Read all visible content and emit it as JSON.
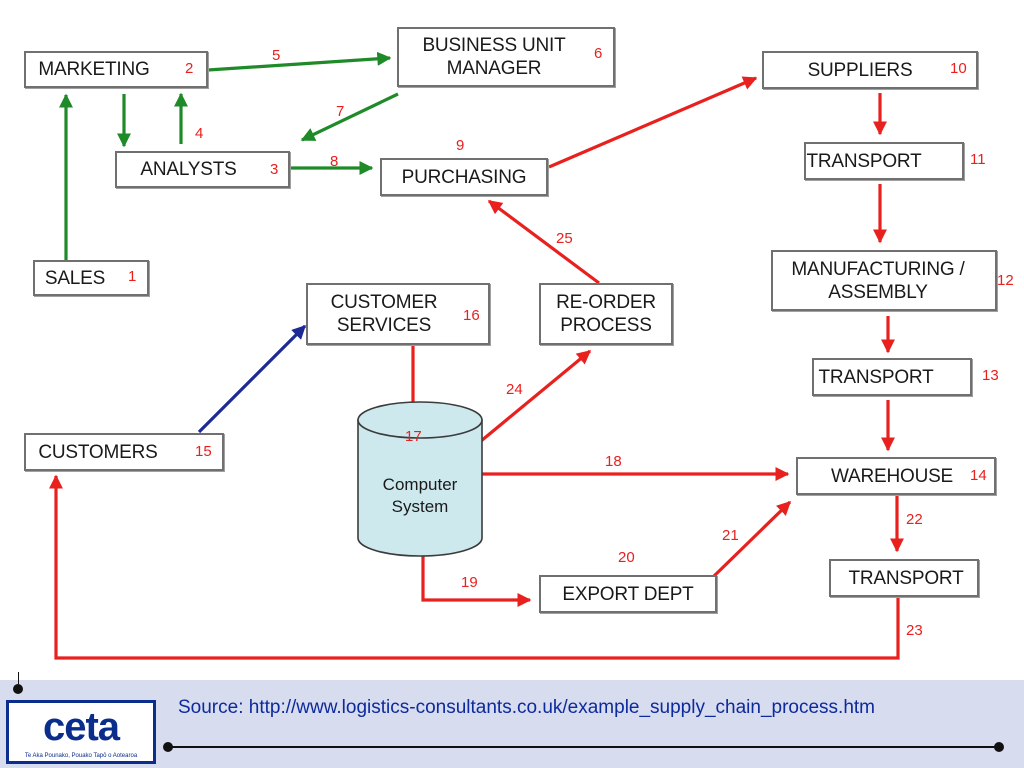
{
  "colors": {
    "green": "#1f8a28",
    "red": "#e8201e",
    "blue": "#1d2a95",
    "box_border": "#707070",
    "cylinder_fill": "#cde9ee",
    "footer_bg": "#d8dcef",
    "brand_blue": "#0b2d8c"
  },
  "nodes": [
    {
      "id": "sales",
      "label": "SALES",
      "num": "1"
    },
    {
      "id": "marketing",
      "label": "MARKETING",
      "num": "2"
    },
    {
      "id": "analysts",
      "label": "ANALYSTS",
      "num": "3"
    },
    {
      "id": "bum",
      "label": "BUSINESS UNIT\nMANAGER",
      "num": "6"
    },
    {
      "id": "purchasing",
      "label": "PURCHASING",
      "num": "9"
    },
    {
      "id": "suppliers",
      "label": "SUPPLIERS",
      "num": "10"
    },
    {
      "id": "transport11",
      "label": "TRANSPORT",
      "num": "11"
    },
    {
      "id": "manufacturing",
      "label": "MANUFACTURING /\nASSEMBLY",
      "num": "12"
    },
    {
      "id": "transport13",
      "label": "TRANSPORT",
      "num": "13"
    },
    {
      "id": "warehouse",
      "label": "WAREHOUSE",
      "num": "14"
    },
    {
      "id": "customers",
      "label": "CUSTOMERS",
      "num": "15"
    },
    {
      "id": "custsvc",
      "label": "CUSTOMER\nSERVICES",
      "num": "16"
    },
    {
      "id": "computer",
      "label": "Computer\nSystem",
      "num": "17"
    },
    {
      "id": "export",
      "label": "EXPORT DEPT",
      "num": "20"
    },
    {
      "id": "transport22",
      "label": "TRANSPORT",
      "num": ""
    },
    {
      "id": "reorder",
      "label": "RE-ORDER\nPROCESS",
      "num": ""
    }
  ],
  "edges": [
    {
      "num": "",
      "from": "sales",
      "to": "marketing",
      "color": "green"
    },
    {
      "num": "",
      "from": "marketing",
      "to": "analysts",
      "color": "green"
    },
    {
      "num": "4",
      "from": "analysts",
      "to": "marketing",
      "color": "green"
    },
    {
      "num": "5",
      "from": "marketing",
      "to": "bum",
      "color": "green"
    },
    {
      "num": "7",
      "from": "bum",
      "to": "analysts",
      "color": "green"
    },
    {
      "num": "8",
      "from": "analysts",
      "to": "purchasing",
      "color": "green"
    },
    {
      "num": "",
      "from": "purchasing",
      "to": "suppliers",
      "color": "red"
    },
    {
      "num": "",
      "from": "suppliers",
      "to": "transport11",
      "color": "red"
    },
    {
      "num": "",
      "from": "transport11",
      "to": "manufacturing",
      "color": "red"
    },
    {
      "num": "",
      "from": "manufacturing",
      "to": "transport13",
      "color": "red"
    },
    {
      "num": "",
      "from": "transport13",
      "to": "warehouse",
      "color": "red"
    },
    {
      "num": "",
      "from": "customers",
      "to": "custsvc",
      "color": "blue"
    },
    {
      "num": "",
      "from": "custsvc",
      "to": "computer",
      "color": "red"
    },
    {
      "num": "18",
      "from": "computer",
      "to": "warehouse",
      "color": "red"
    },
    {
      "num": "19",
      "from": "computer",
      "to": "export",
      "color": "red"
    },
    {
      "num": "21",
      "from": "export",
      "to": "warehouse",
      "color": "red"
    },
    {
      "num": "22",
      "from": "warehouse",
      "to": "transport22",
      "color": "red"
    },
    {
      "num": "23",
      "from": "transport22",
      "to": "customers",
      "color": "red"
    },
    {
      "num": "24",
      "from": "computer",
      "to": "reorder",
      "color": "red"
    },
    {
      "num": "25",
      "from": "reorder",
      "to": "purchasing",
      "color": "red"
    }
  ],
  "footer": {
    "source": "Source: http://www.logistics-consultants.co.uk/example_supply_chain_process.htm",
    "logo_text": "ceta",
    "logo_tagline": "Te Aka Pounako, Pouako Tapō o Aotearoa",
    "logo_icon": "ceta-logo"
  }
}
